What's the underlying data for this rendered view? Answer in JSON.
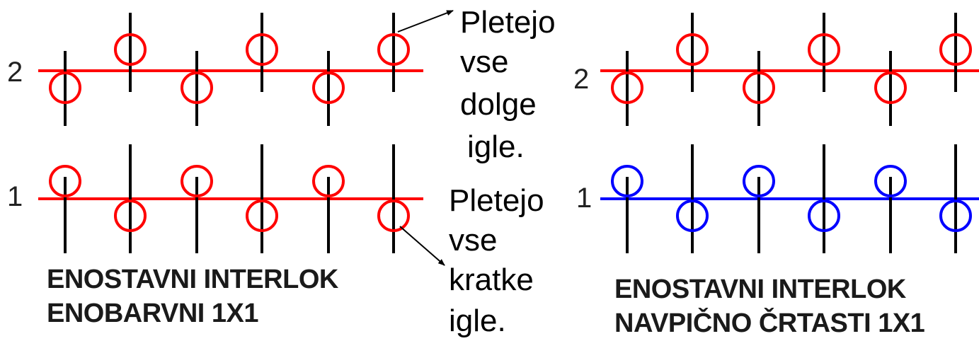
{
  "colors": {
    "red": "#ff0000",
    "blue": "#0000ff",
    "needle": "#000000",
    "text": "#1a1a1a"
  },
  "left_diagram": {
    "row_labels": [
      "2",
      "1"
    ],
    "row2_color": "#ff0000",
    "row1_color": "#ff0000",
    "caption_line1": "ENOSTAVNI INTERLOK",
    "caption_line2": "ENOBARVNI 1X1"
  },
  "right_diagram": {
    "row_labels": [
      "2",
      "1"
    ],
    "row2_color": "#ff0000",
    "row1_color": "#0000ff",
    "caption_line1": "ENOSTAVNI INTERLOK",
    "caption_line2": "NAVPIČNO ČRTASTI 1X1"
  },
  "annotations": {
    "long_needles": [
      "Pletejo",
      "vse",
      "dolge",
      "igle."
    ],
    "short_needles": [
      "Pletejo",
      "vse",
      "kratke",
      "igle."
    ]
  }
}
